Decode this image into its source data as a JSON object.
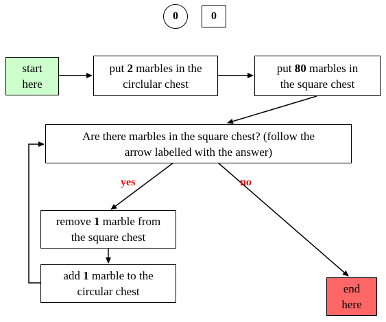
{
  "counters": {
    "circular": "0",
    "square": "0"
  },
  "nodes": {
    "start": {
      "line1": "start",
      "line2": "here",
      "color": "#ccffcc"
    },
    "put_circular": {
      "pre": "put ",
      "num": "2",
      "post": " marbles in the",
      "line2": "circlular chest"
    },
    "put_square": {
      "pre": "put ",
      "num": "80",
      "post": " marbles in",
      "line2": "the square chest"
    },
    "question": {
      "line1": "Are there marbles in the square chest? (follow the",
      "line2": "arrow labelled with the answer)"
    },
    "remove": {
      "pre": "remove ",
      "num": "1",
      "post": " marble from",
      "line2": "the square chest"
    },
    "add": {
      "pre": "add ",
      "num": "1",
      "post": " marble to the",
      "line2": "circular chest"
    },
    "end": {
      "line1": "end",
      "line2": "here",
      "color": "#ff6666"
    }
  },
  "edge_labels": {
    "yes": "yes",
    "no": "no",
    "color": "#ff0000"
  }
}
